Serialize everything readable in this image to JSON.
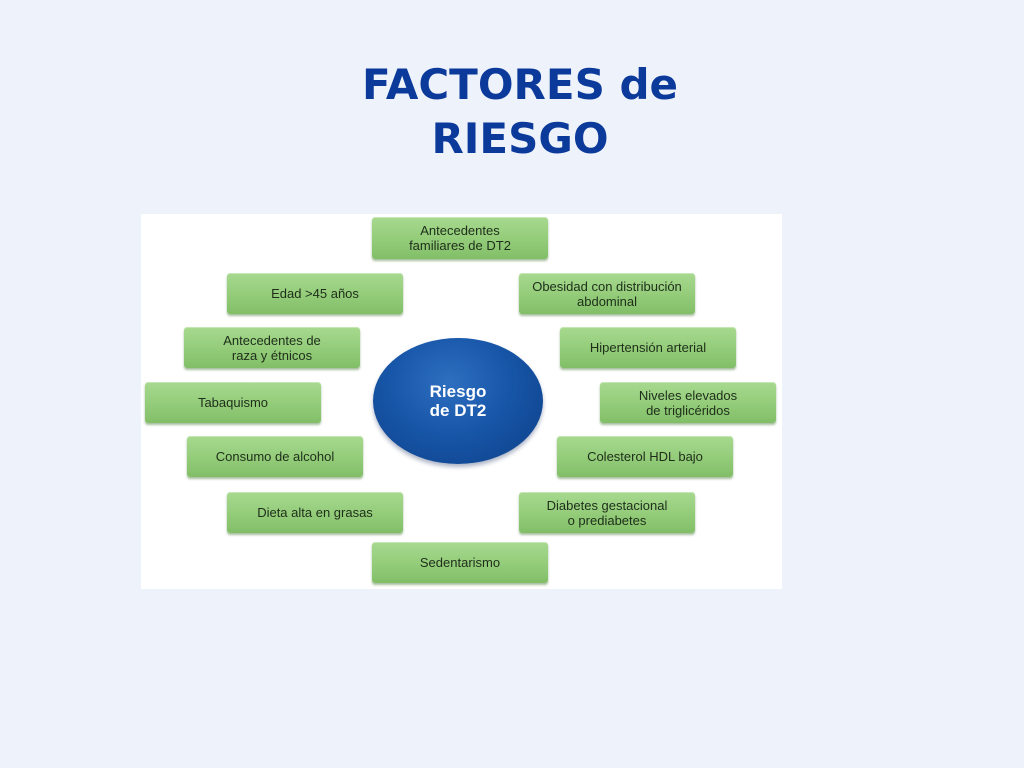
{
  "title": {
    "line1": "FACTORES de",
    "line2": "RIESGO"
  },
  "diagram": {
    "center": "Riesgo\nde DT2",
    "factors": {
      "antecedentes_familiares": "Antecedentes\nfamiliares de DT2",
      "edad": "Edad >45 años",
      "obesidad": "Obesidad con distribución\nabdominal",
      "antecedentes_raza": "Antecedentes de\nraza y étnicos",
      "hipertension": "Hipertensión arterial",
      "tabaquismo": "Tabaquismo",
      "trigliceridos": "Niveles elevados\nde triglicéridos",
      "alcohol": "Consumo de alcohol",
      "colesterol": "Colesterol HDL bajo",
      "dieta": "Dieta alta en grasas",
      "diabetes_gestacional": "Diabetes gestacional\no prediabetes",
      "sedentarismo": "Sedentarismo"
    }
  }
}
